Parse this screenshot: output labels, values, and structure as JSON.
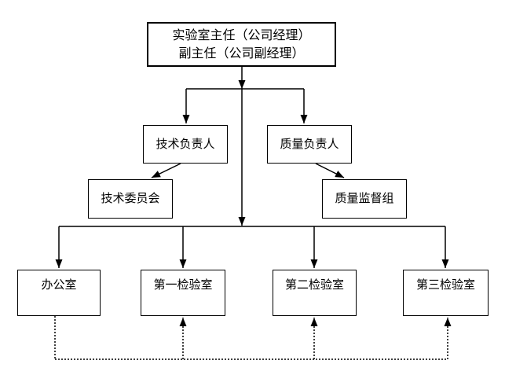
{
  "diagram": {
    "type": "org-chart",
    "nodes": {
      "director": {
        "lines": [
          "实验室主任（公司经理）",
          "副主任（公司副经理）"
        ]
      },
      "tech_lead": {
        "label": "技术负责人"
      },
      "quality_lead": {
        "label": "质量负责人"
      },
      "tech_committee": {
        "label": "技术委员会"
      },
      "quality_supervision": {
        "label": "质量监督组"
      },
      "office": {
        "label": "办公室"
      },
      "lab1": {
        "label": "第一检验室"
      },
      "lab2": {
        "label": "第二检验室"
      },
      "lab3": {
        "label": "第三检验室"
      }
    },
    "edges": [
      {
        "from": "director",
        "to": "tech_lead",
        "style": "solid-arrow"
      },
      {
        "from": "director",
        "to": "quality_lead",
        "style": "solid-arrow"
      },
      {
        "from": "director",
        "to": "office",
        "style": "solid-arrow"
      },
      {
        "from": "director",
        "to": "lab1",
        "style": "solid-arrow"
      },
      {
        "from": "director",
        "to": "lab2",
        "style": "solid-arrow"
      },
      {
        "from": "director",
        "to": "lab3",
        "style": "solid-arrow"
      },
      {
        "from": "tech_lead",
        "to": "tech_committee",
        "style": "solid-arrow-diagonal"
      },
      {
        "from": "quality_lead",
        "to": "quality_supervision",
        "style": "solid-arrow-diagonal"
      },
      {
        "from": "office",
        "to": "lab1",
        "style": "dotted-arrow"
      },
      {
        "from": "office",
        "to": "lab2",
        "style": "dotted-arrow"
      },
      {
        "from": "office",
        "to": "lab3",
        "style": "dotted-arrow"
      }
    ],
    "colors": {
      "background": "#ffffff",
      "line": "#000000",
      "box_border": "#000000",
      "text": "#000000"
    }
  }
}
